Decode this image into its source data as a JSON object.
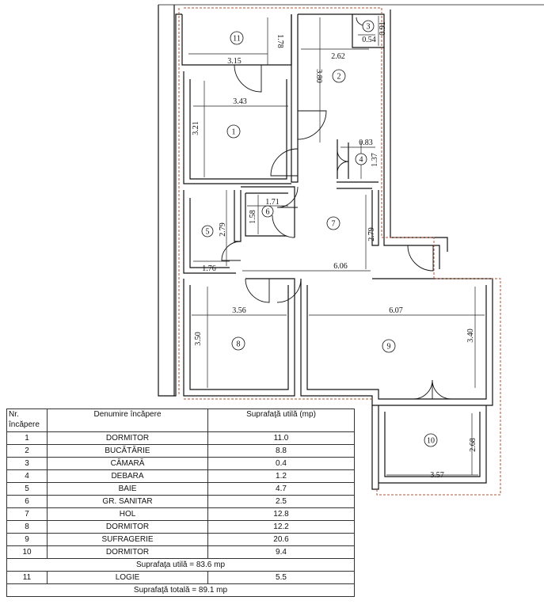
{
  "plan": {
    "rooms": [
      {
        "id": "11",
        "dims": [
          "3.15",
          "1.78"
        ]
      },
      {
        "id": "2",
        "dims": [
          "2.62",
          "3.80"
        ]
      },
      {
        "id": "3",
        "dims": [
          "0.54",
          "0.91"
        ]
      },
      {
        "id": "1",
        "dims": [
          "3.43",
          "3.21"
        ]
      },
      {
        "id": "4",
        "dims": [
          "0.83",
          "1.37"
        ]
      },
      {
        "id": "5",
        "dims": [
          "2.79",
          "1.76"
        ]
      },
      {
        "id": "6",
        "dims": [
          "1.71",
          "1.58"
        ]
      },
      {
        "id": "7",
        "dims": [
          "2.79",
          "6.06"
        ]
      },
      {
        "id": "8",
        "dims": [
          "3.56",
          "3.50"
        ]
      },
      {
        "id": "9",
        "dims": [
          "6.07",
          "3.40"
        ]
      },
      {
        "id": "10",
        "dims": [
          "2.68",
          "3.57"
        ]
      }
    ]
  },
  "table": {
    "headers": [
      "Nr. încăpere",
      "Denumire încăpere",
      "Suprafaţă utilă (mp)"
    ],
    "rows": [
      {
        "nr": "1",
        "name": "DORMITOR",
        "area": "11.0"
      },
      {
        "nr": "2",
        "name": "BUCĂTĂRIE",
        "area": "8.8"
      },
      {
        "nr": "3",
        "name": "CĂMARĂ",
        "area": "0.4"
      },
      {
        "nr": "4",
        "name": "DEBARA",
        "area": "1.2"
      },
      {
        "nr": "5",
        "name": "BAIE",
        "area": "4.7"
      },
      {
        "nr": "6",
        "name": "GR. SANITAR",
        "area": "2.5"
      },
      {
        "nr": "7",
        "name": "HOL",
        "area": "12.8"
      },
      {
        "nr": "8",
        "name": "DORMITOR",
        "area": "12.2"
      },
      {
        "nr": "9",
        "name": "SUFRAGERIE",
        "area": "20.6"
      },
      {
        "nr": "10",
        "name": "DORMITOR",
        "area": "9.4"
      }
    ],
    "useful_total": "Suprafaţa utilă = 83.6 mp",
    "extra_row": {
      "nr": "11",
      "name": "LOGIE",
      "area": "5.5"
    },
    "grand_total": "Suprafaţă totală = 89.1 mp"
  }
}
